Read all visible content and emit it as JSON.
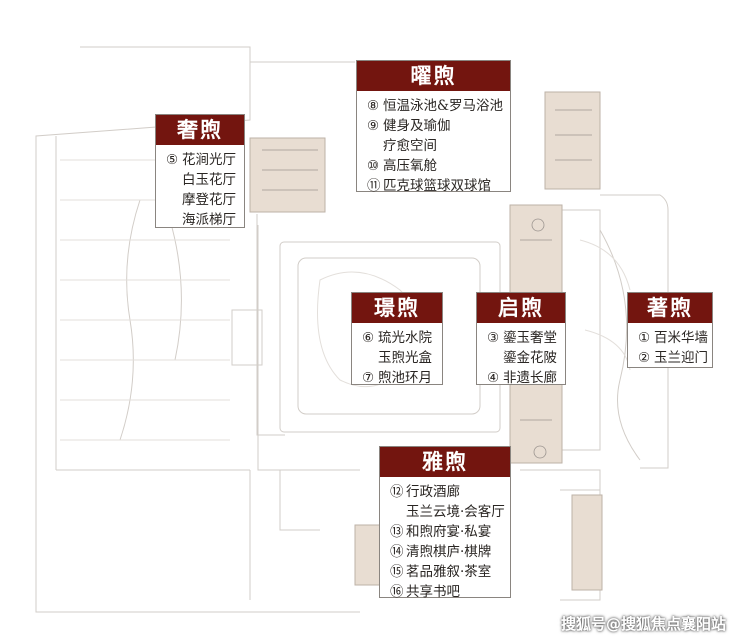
{
  "colors": {
    "title_bg": "#73150f",
    "highlight": "#e8ddd2",
    "line": "#c7c2bd"
  },
  "zones": {
    "she": {
      "title": "奢煦",
      "items": [
        {
          "num": "⑤",
          "label": "花涧光厅"
        },
        {
          "num": "",
          "label": "白玉花厅"
        },
        {
          "num": "",
          "label": "摩登花厅"
        },
        {
          "num": "",
          "label": "海派梯厅"
        }
      ]
    },
    "yao": {
      "title": "曜煦",
      "items": [
        {
          "num": "⑧",
          "label": "恒温泳池&罗马浴池"
        },
        {
          "num": "⑨",
          "label": "健身及瑜伽"
        },
        {
          "num": "",
          "label": "疗愈空间"
        },
        {
          "num": "⑩",
          "label": "高压氧舱"
        },
        {
          "num": "⑪",
          "label": "匹克球篮球双球馆"
        }
      ]
    },
    "jing": {
      "title": "璟煦",
      "items": [
        {
          "num": "⑥",
          "label": "琉光水院"
        },
        {
          "num": "",
          "label": "玉煦光盒"
        },
        {
          "num": "⑦",
          "label": "煦池环月"
        }
      ]
    },
    "qi": {
      "title": "启煦",
      "items": [
        {
          "num": "③",
          "label": "鎏玉奢堂"
        },
        {
          "num": "",
          "label": "鎏金花陂"
        },
        {
          "num": "④",
          "label": "非遗长廊"
        }
      ]
    },
    "zhu": {
      "title": "著煦",
      "items": [
        {
          "num": "①",
          "label": "百米华墙"
        },
        {
          "num": "②",
          "label": "玉兰迎门"
        }
      ]
    },
    "ya": {
      "title": "雅煦",
      "items": [
        {
          "num": "⑫",
          "label": "行政酒廊"
        },
        {
          "num": "",
          "label": "玉兰云境·会客厅"
        },
        {
          "num": "⑬",
          "label": "和煦府宴·私宴"
        },
        {
          "num": "⑭",
          "label": "清煦棋庐·棋牌"
        },
        {
          "num": "⑮",
          "label": "茗品雅叙·茶室"
        },
        {
          "num": "⑯",
          "label": "共享书吧"
        }
      ]
    }
  },
  "watermark": "搜狐号@搜狐焦点襄阳站"
}
